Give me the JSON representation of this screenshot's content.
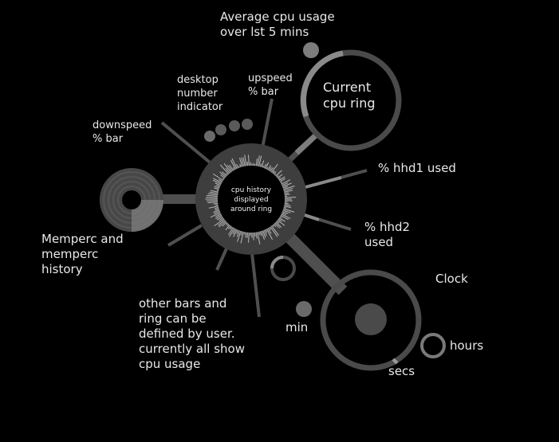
{
  "colors": {
    "background": "#000000",
    "ring_track": "#4a4a4a",
    "ring_fill": "#8a8a8a",
    "bar_dark": "#4f4f4f",
    "bar_light": "#7d7d7d",
    "hub": "#3e3e3e",
    "history_spikes": "#b8b8b8",
    "text": "#e8e8e8"
  },
  "labels": {
    "avg_cpu": [
      "Average cpu usage",
      "over lst 5 mins"
    ],
    "desktop_indicator": [
      "desktop",
      "number",
      "indicator"
    ],
    "upspeed": [
      "upspeed",
      "% bar"
    ],
    "current_cpu": [
      "Current",
      "cpu ring"
    ],
    "downspeed": [
      "downspeed",
      "% bar"
    ],
    "hhd1": [
      "% hhd1 used"
    ],
    "hhd2": [
      "% hhd2",
      "used"
    ],
    "memperc": [
      "Memperc and",
      "memperc",
      "history"
    ],
    "clock": [
      "Clock"
    ],
    "other_bars": [
      "other bars and",
      "ring can be",
      "defined by user.",
      "currently all show",
      "cpu usage"
    ],
    "min": [
      "min"
    ],
    "hours": [
      "hours"
    ],
    "secs": [
      "secs"
    ],
    "center": [
      "cpu history",
      "displayed",
      "around ring"
    ]
  }
}
